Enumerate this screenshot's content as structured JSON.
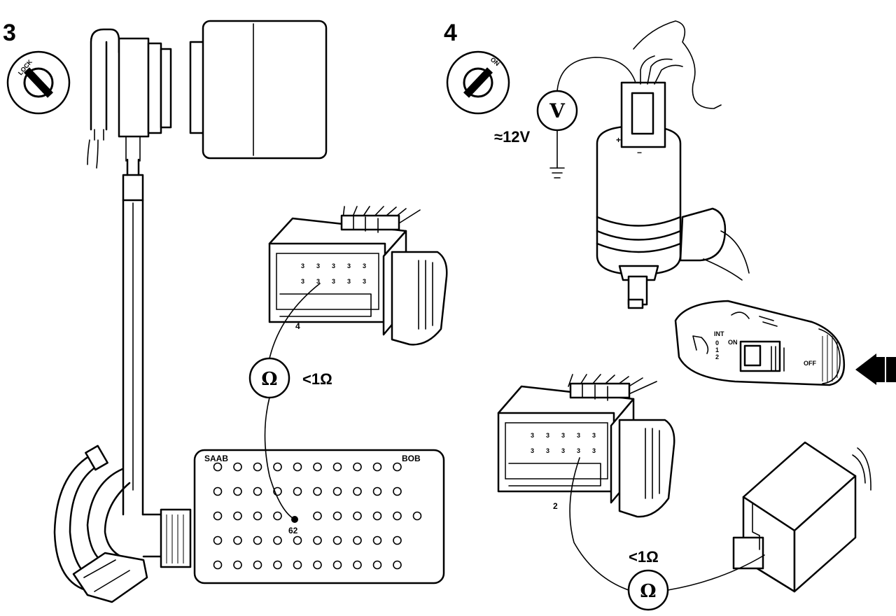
{
  "steps": {
    "left": "3",
    "right": "4"
  },
  "left": {
    "ignition_label": "LOCK",
    "ohm_symbol": "Ω",
    "resistance_value": "<1Ω",
    "connector_pin": "4",
    "bob": {
      "left_label": "SAAB",
      "right_label": "BOB",
      "pin": "62",
      "rows": 5,
      "cols": 10
    }
  },
  "right": {
    "ignition_label": "ON",
    "volt_symbol": "V",
    "voltage_value": "≈12V",
    "pump_plus": "+",
    "pump_minus": "−",
    "stalk": {
      "int": "INT",
      "pos0": "0",
      "pos1": "1",
      "pos2": "2",
      "on": "ON",
      "off": "OFF"
    },
    "connector_pin": "2",
    "ohm_symbol": "Ω",
    "resistance_value": "<1Ω"
  }
}
